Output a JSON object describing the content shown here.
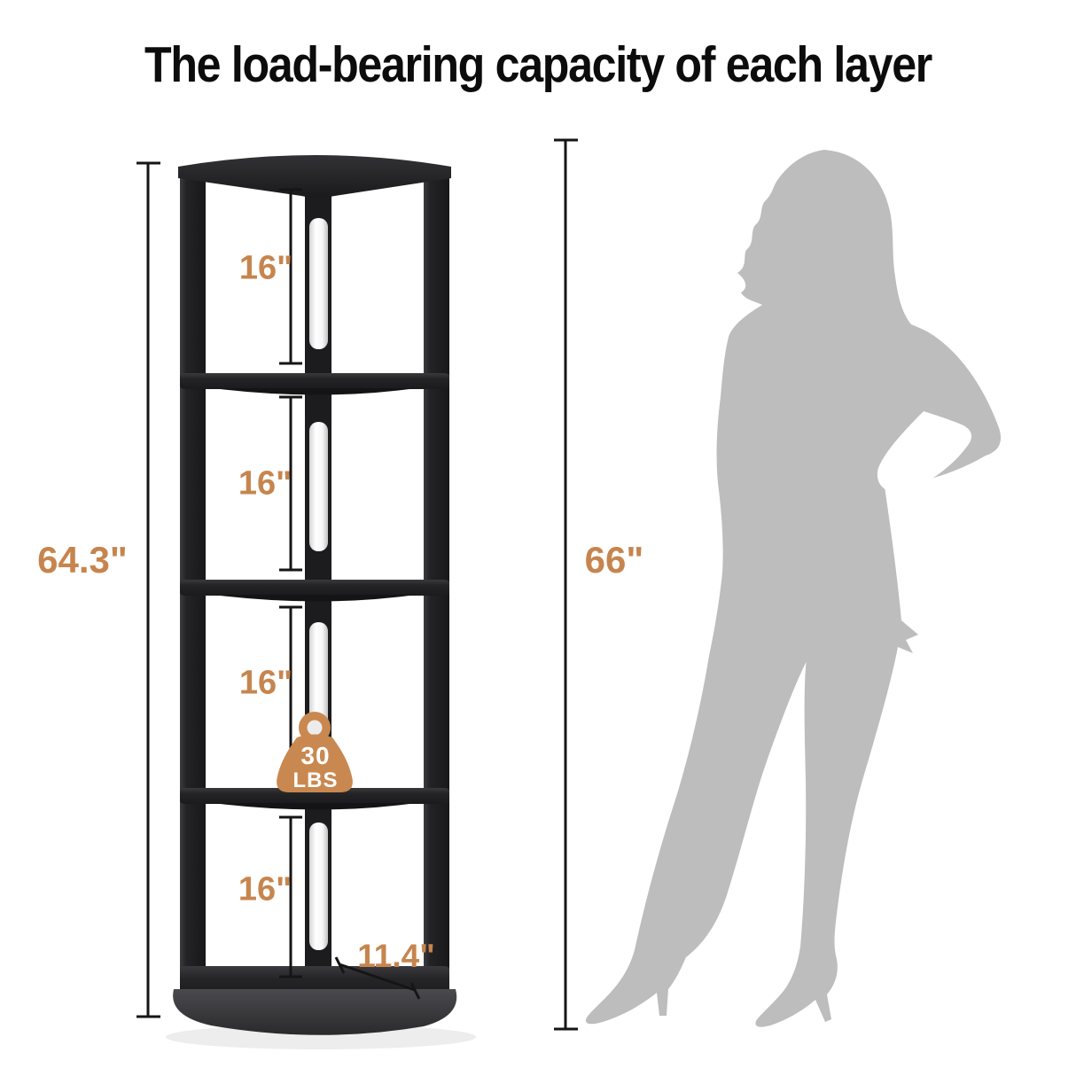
{
  "title": "The load-bearing capacity of each layer",
  "dimensions": {
    "shelf_height": "64.3\"",
    "person_height": "66\"",
    "tier_spacing": [
      "16\"",
      "16\"",
      "16\"",
      "16\""
    ],
    "shelf_depth": "11.4\""
  },
  "weight_badge": {
    "value": "30",
    "unit": "LBS"
  },
  "icons": {
    "weight_icon": "kettlebell-weight-icon",
    "person_icon": "woman-silhouette"
  },
  "colors": {
    "accent_orange": "#c6854e",
    "badge_orange": "#c98850",
    "shelf_black": "#1d1d1f",
    "plinth_gray": "#3c3c40",
    "silhouette_gray": "#bdbdbd",
    "dimension_line": "#151515",
    "title_text": "#0c0c0c",
    "badge_text": "#ffffff",
    "background": "#ffffff"
  }
}
